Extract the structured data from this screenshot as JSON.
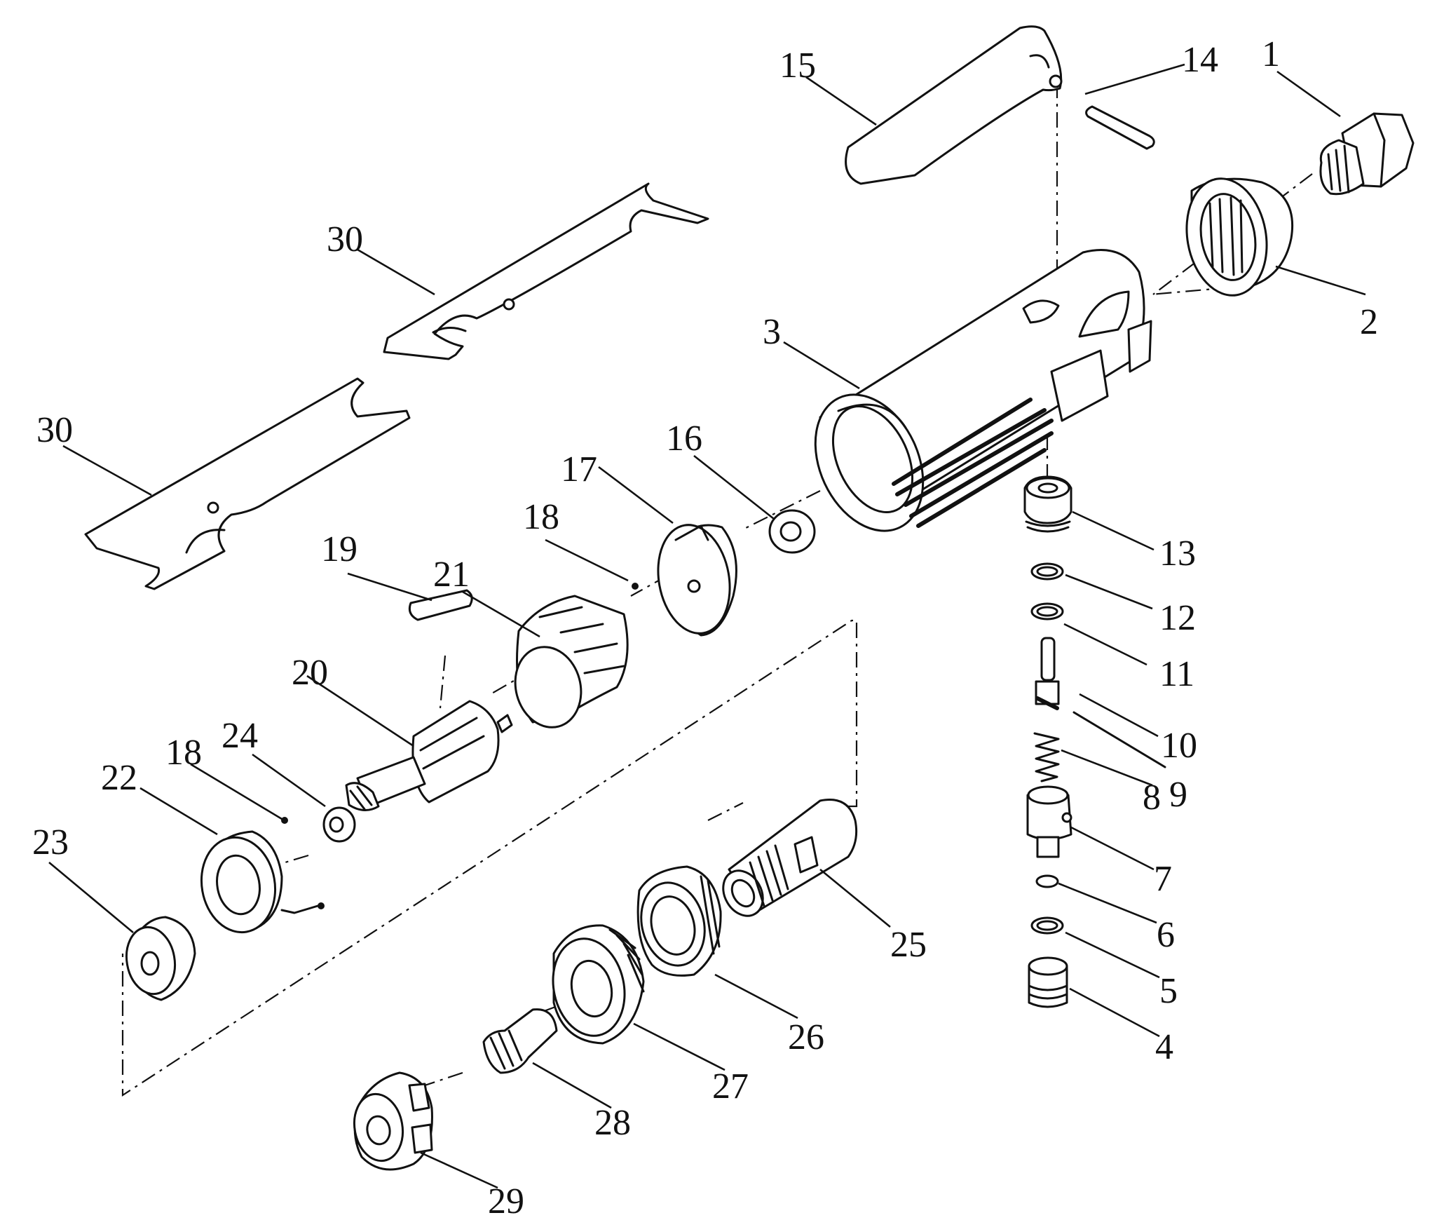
{
  "callouts": [
    {
      "label": "1"
    },
    {
      "label": "2"
    },
    {
      "label": "3"
    },
    {
      "label": "4"
    },
    {
      "label": "5"
    },
    {
      "label": "6"
    },
    {
      "label": "7"
    },
    {
      "label": "8"
    },
    {
      "label": "9"
    },
    {
      "label": "10"
    },
    {
      "label": "11"
    },
    {
      "label": "12"
    },
    {
      "label": "13"
    },
    {
      "label": "14"
    },
    {
      "label": "15"
    },
    {
      "label": "16"
    },
    {
      "label": "17"
    },
    {
      "label": "18"
    },
    {
      "label": "18"
    },
    {
      "label": "19"
    },
    {
      "label": "20"
    },
    {
      "label": "21"
    },
    {
      "label": "22"
    },
    {
      "label": "23"
    },
    {
      "label": "24"
    },
    {
      "label": "25"
    },
    {
      "label": "26"
    },
    {
      "label": "27"
    },
    {
      "label": "28"
    },
    {
      "label": "29"
    },
    {
      "label": "30"
    },
    {
      "label": "30"
    }
  ],
  "colors": {
    "ink": "#111111",
    "paper": "#ffffff"
  }
}
